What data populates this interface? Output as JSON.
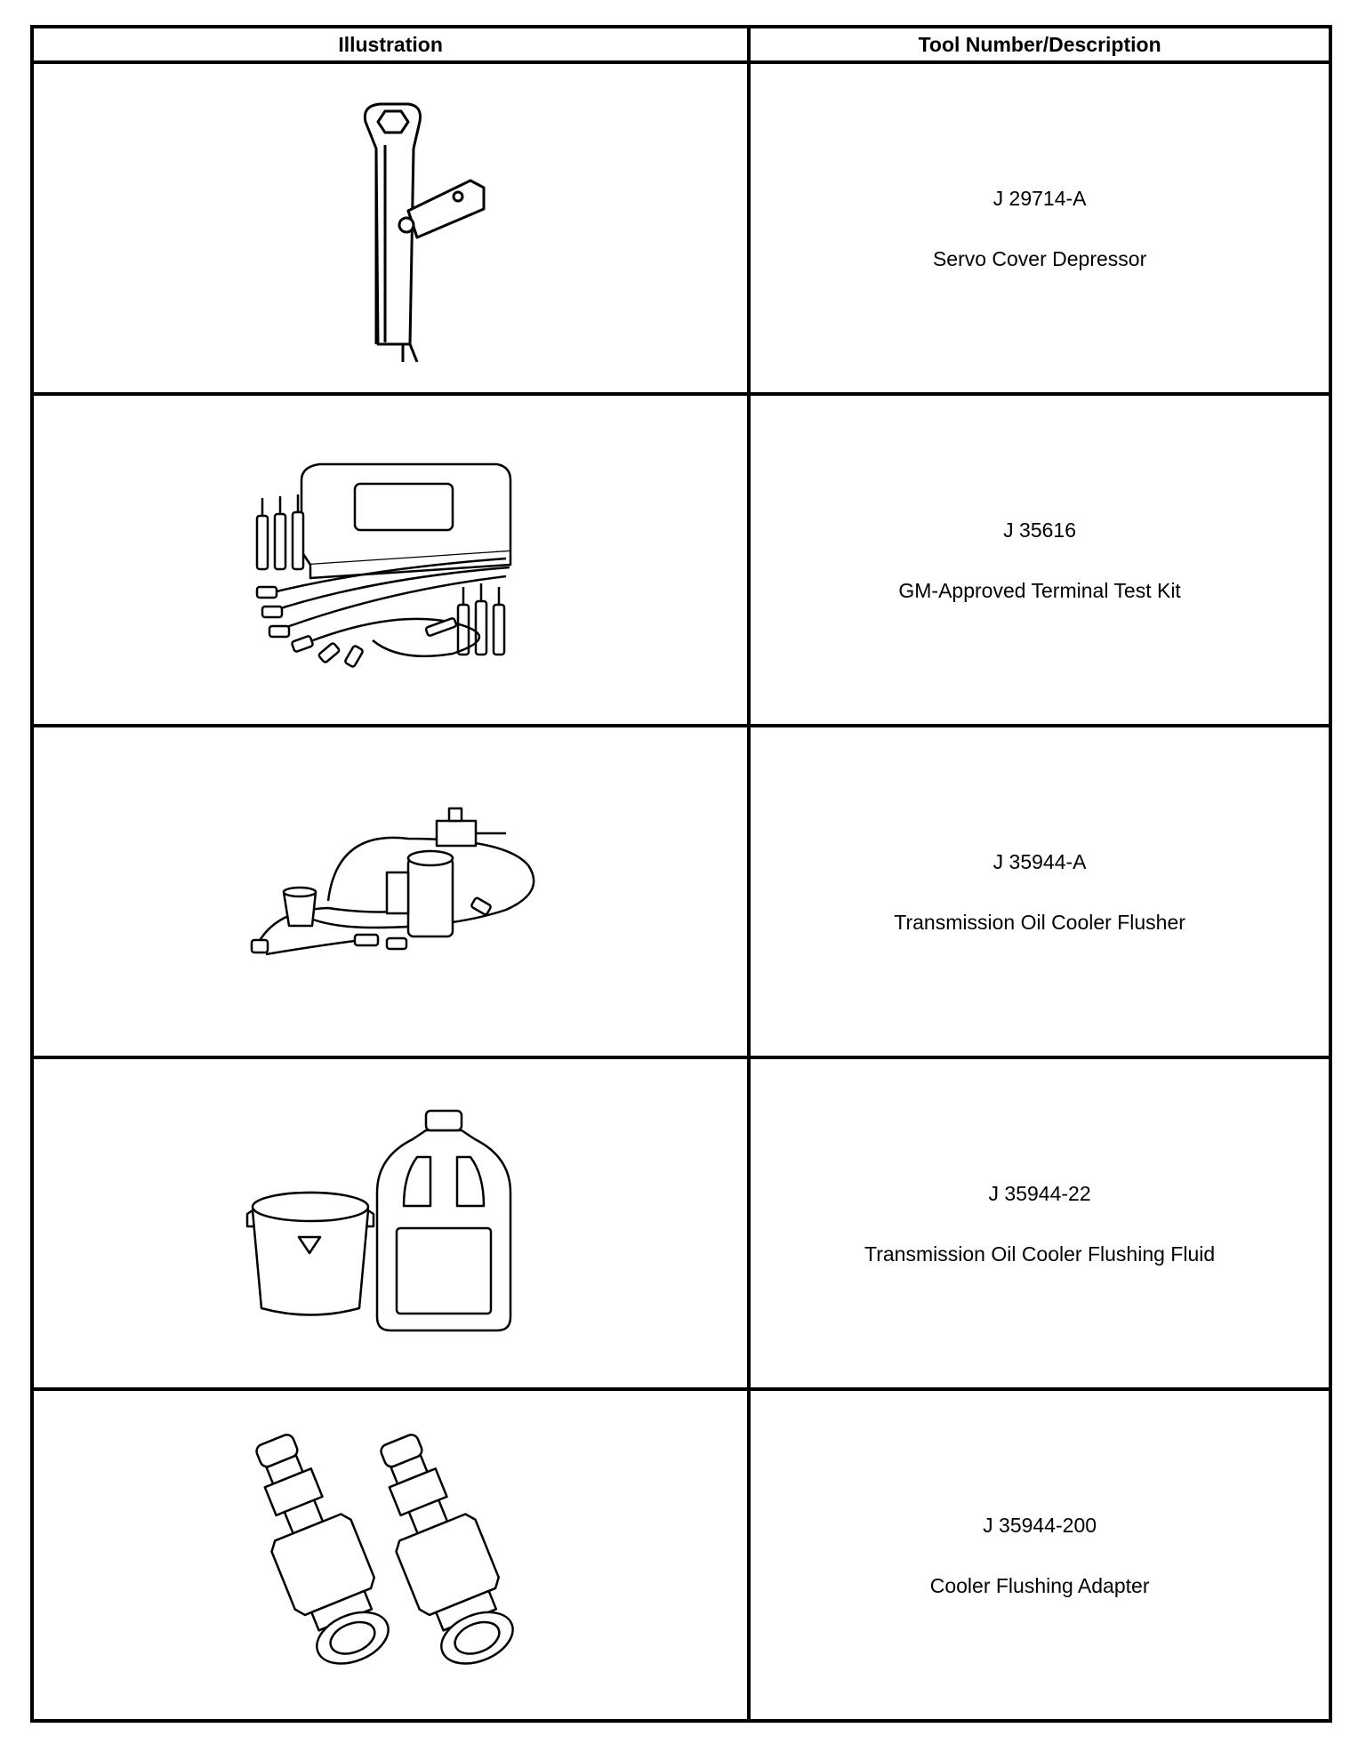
{
  "table": {
    "headers": {
      "illustration": "Illustration",
      "tool": "Tool Number/Description"
    },
    "rows": [
      {
        "number": "J 29714-A",
        "description": "Servo Cover Depressor",
        "icon": "servo-cover-depressor-icon"
      },
      {
        "number": "J 35616",
        "description": "GM-Approved Terminal Test Kit",
        "icon": "terminal-test-kit-icon"
      },
      {
        "number": "J 35944-A",
        "description": "Transmission Oil Cooler Flusher",
        "icon": "oil-cooler-flusher-icon"
      },
      {
        "number": "J 35944-22",
        "description": "Transmission Oil Cooler Flushing Fluid",
        "icon": "flushing-fluid-icon"
      },
      {
        "number": "J 35944-200",
        "description": "Cooler Flushing Adapter",
        "icon": "flushing-adapter-icon"
      }
    ]
  }
}
